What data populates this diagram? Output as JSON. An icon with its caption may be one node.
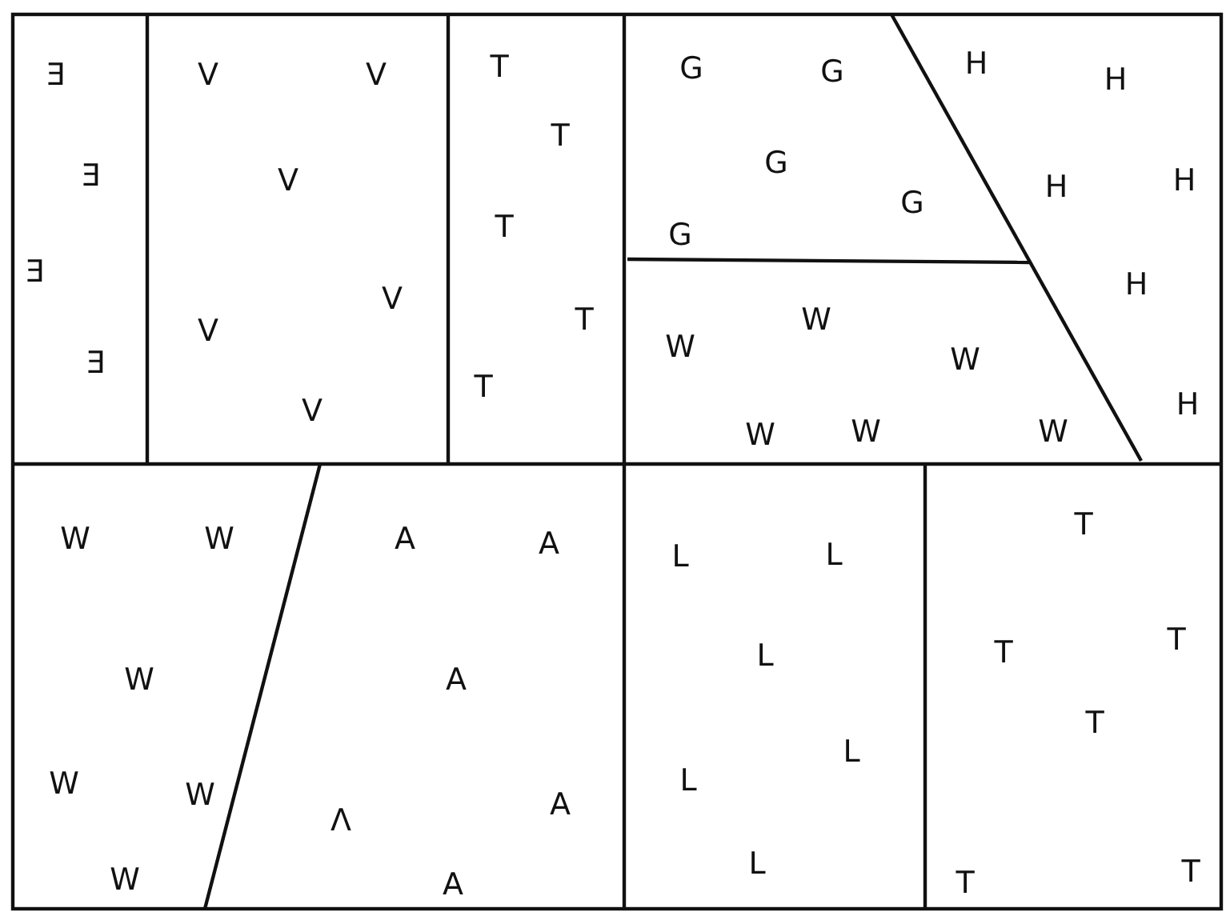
{
  "diagram": {
    "labels": [
      "Ǝ",
      "Ǝ",
      "Ǝ",
      "Ǝ",
      "V",
      "V",
      "V",
      "V",
      "V",
      "V",
      "T",
      "T",
      "T",
      "T",
      "T",
      "G",
      "G",
      "G",
      "G",
      "G",
      "H",
      "H",
      "H",
      "H",
      "H",
      "H",
      "W",
      "W",
      "W",
      "W",
      "W",
      "W",
      "W",
      "W",
      "W",
      "W",
      "W",
      "W",
      "A",
      "A",
      "A",
      "Λ",
      "A",
      "A",
      "L",
      "L",
      "L",
      "L",
      "L",
      "L",
      "T",
      "T",
      "T",
      "T",
      "T",
      "T"
    ]
  }
}
